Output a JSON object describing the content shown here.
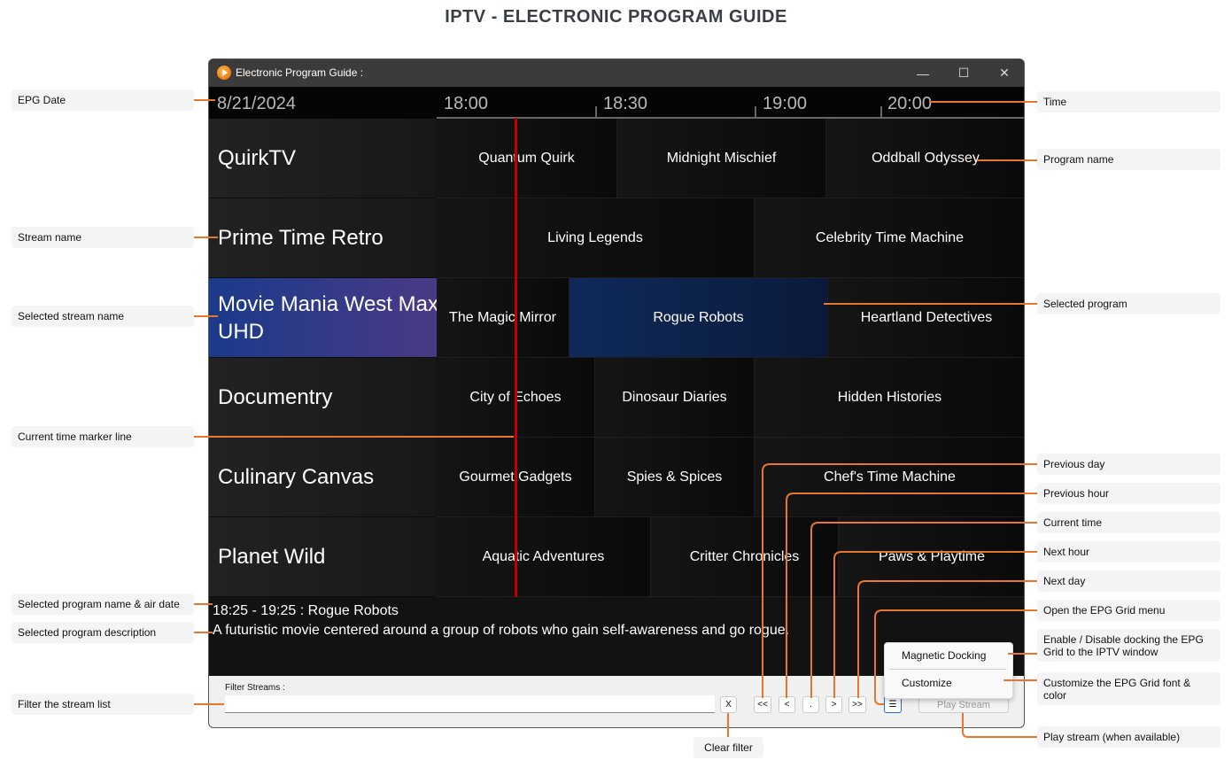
{
  "diagram_title": "IPTV - ELECTRONIC PROGRAM GUIDE",
  "window": {
    "title": "Electronic Program Guide :",
    "minimize": "—",
    "maximize": "☐",
    "close": "✕"
  },
  "epg_date": "8/21/2024",
  "times": [
    "18:00",
    "18:30",
    "19:00",
    "20:00"
  ],
  "streams": [
    "QuirkTV",
    "Prime Time Retro",
    "Movie Mania West Max UHD",
    "Documentry",
    "Culinary Canvas",
    "Planet Wild"
  ],
  "programs": [
    [
      "Quantum Quirk",
      "Midnight Mischief",
      "Oddball Odyssey"
    ],
    [
      "Living Legends",
      "Celebrity Time Machine"
    ],
    [
      "The Magic Mirror",
      "Rogue Robots",
      "Heartland Detectives"
    ],
    [
      "City of Echoes",
      "Dinosaur Diaries",
      "Hidden Histories"
    ],
    [
      "Gourmet Gadgets",
      "Spies & Spices",
      "Chef's Time Machine"
    ],
    [
      "Aquatic Adventures",
      "Critter Chronicles",
      "Paws & Playtime"
    ]
  ],
  "selected": {
    "stream": "Movie Mania West Max UHD",
    "program": "Rogue Robots",
    "heading": "18:25 - 19:25 : Rogue Robots",
    "description": "A futuristic movie centered around a group of robots who gain self-awareness and go rogue."
  },
  "filter": {
    "label": "Filter Streams :",
    "value": "",
    "clear": "X"
  },
  "nav": {
    "prev_day": "<<",
    "prev_hour": "<",
    "current": ".",
    "next_hour": ">",
    "next_day": ">>",
    "menu": "☰",
    "play": "Play Stream"
  },
  "menu": {
    "docking": "Magnetic Docking",
    "customize": "Customize"
  },
  "annotations": {
    "epg_date": "EPG Date",
    "stream_name": "Stream name",
    "selected_stream": "Selected stream name",
    "time_marker": "Current time marker line",
    "selected_name_date": "Selected program name & air date",
    "selected_desc": "Selected program description",
    "filter": "Filter the stream list",
    "time": "Time",
    "program_name": "Program name",
    "selected_program": "Selected program",
    "prev_day": "Previous day",
    "prev_hour": "Previous hour",
    "current_time": "Current time",
    "next_hour": "Next hour",
    "next_day": "Next day",
    "open_menu": "Open the EPG Grid menu",
    "docking": "Enable / Disable docking the EPG Grid to the IPTV window",
    "customize": "Customize the EPG Grid font & color",
    "play": "Play stream (when available)",
    "clear": "Clear filter"
  },
  "colors": {
    "accent": "#e8772e",
    "marker": "#c00000",
    "selected": "#1b3a8a"
  }
}
